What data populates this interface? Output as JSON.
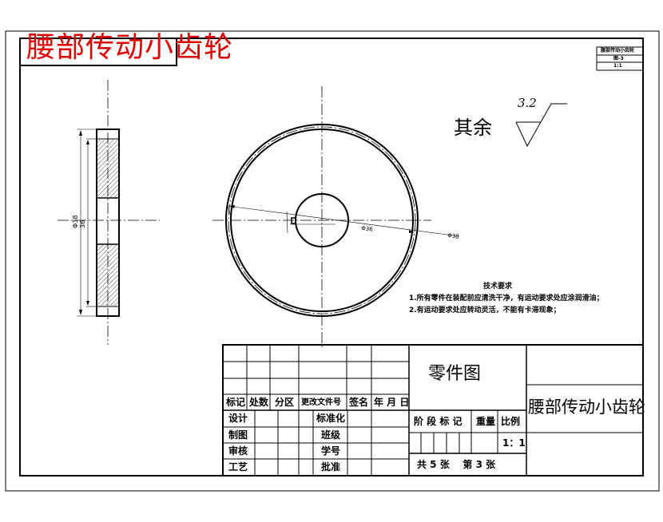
{
  "drawing": {
    "red_title": "腰部传动小齿轮",
    "roughness": {
      "label": "其余",
      "value": "3.2"
    },
    "dims": {
      "dia_large": "Φ38",
      "dia_outer": "Φ36",
      "face_width": "36"
    },
    "tech_notes": {
      "heading": "技术要求",
      "line1": "1.所有零件在装配前应清洗干净，有运动要求处应涂润滑油；",
      "line2": "2.有运动要求处应转动灵活，不能有卡滞现象；"
    },
    "corner_box": [
      "腰部传动小齿轮",
      "图-3",
      "1:1"
    ]
  },
  "title_block": {
    "headers": [
      "标记",
      "处数",
      "分区",
      "更改文件号",
      "签名",
      "年 月 日"
    ],
    "rows_left": [
      "设计",
      "制图",
      "审核",
      "工艺"
    ],
    "rows_mid": [
      "标准化",
      "班级",
      "学号",
      "批准"
    ],
    "drawing_type": "零件图",
    "part_name": "腰部传动小齿轮",
    "stage_labels": [
      "阶 段 标 记",
      "重量",
      "比例"
    ],
    "scale": "1：1",
    "sheets": "共 5 张    第 3 张"
  }
}
